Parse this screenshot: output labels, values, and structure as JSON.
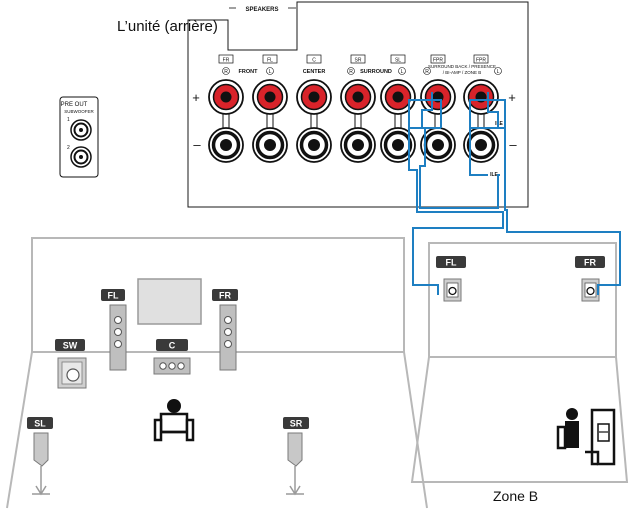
{
  "title": "L’unité (arrière)",
  "speakers_panel": {
    "header": "SPEAKERS",
    "terminals": [
      {
        "code": "FR",
        "letter": "R"
      },
      {
        "code": "FL",
        "letter": "L"
      },
      {
        "code": "C",
        "letter": ""
      },
      {
        "code": "SR",
        "letter": "R"
      },
      {
        "code": "SL",
        "letter": "L"
      },
      {
        "code": "FPR",
        "letter": "R"
      },
      {
        "code": "FPL",
        "letter": "L"
      }
    ],
    "group_front": "FRONT",
    "group_center": "CENTER",
    "group_surround": "SURROUND",
    "group_surround_back": "SURROUND BACK / PRESENCE",
    "group_surround_back_2": "/ BI-AMP / ZONE B",
    "plus": "+",
    "minus": "–",
    "cut_label": "ILE"
  },
  "preout": {
    "line1": "PRE OUT",
    "line2": "SUBWOOFER",
    "ch1": "1",
    "ch2": "2"
  },
  "main_room": {
    "labels": {
      "fl": "FL",
      "fr": "FR",
      "sw": "SW",
      "c": "C",
      "sl": "SL",
      "sr": "SR"
    }
  },
  "zone_b": {
    "labels": {
      "fl": "FL",
      "fr": "FR"
    },
    "caption": "Zone B"
  },
  "colors": {
    "terminal_red": "#d8232a",
    "wire_blue": "#1e7fc2",
    "room_line": "#b8b8b8",
    "label_bg": "#3a3a3a"
  }
}
